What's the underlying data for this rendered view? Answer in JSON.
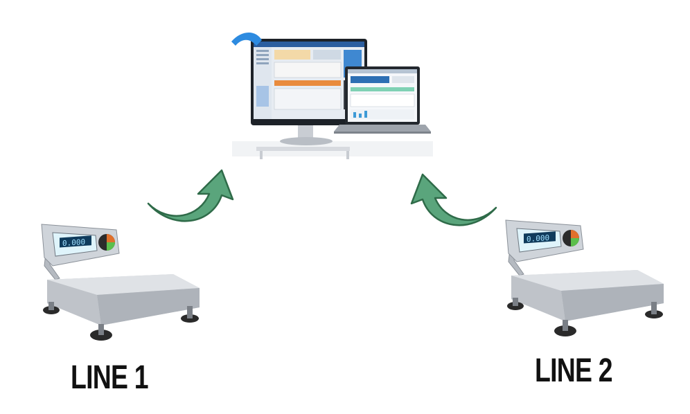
{
  "diagram": {
    "nodes": [
      {
        "id": "computers",
        "icon": "desktop-and-laptop-icon"
      },
      {
        "id": "scale-1",
        "icon": "bench-scale-icon"
      },
      {
        "id": "scale-2",
        "icon": "bench-scale-icon"
      }
    ],
    "edges": [
      {
        "from": "scale-1",
        "to": "computers",
        "icon": "curved-arrow-icon"
      },
      {
        "from": "scale-2",
        "to": "computers",
        "icon": "curved-arrow-icon"
      }
    ],
    "labels": {
      "line1": "LINE 1",
      "line2": "LINE 2"
    },
    "colors": {
      "arrow": "#5aa57c",
      "arrow_stroke": "#2f6b49",
      "label": "#111111"
    }
  }
}
